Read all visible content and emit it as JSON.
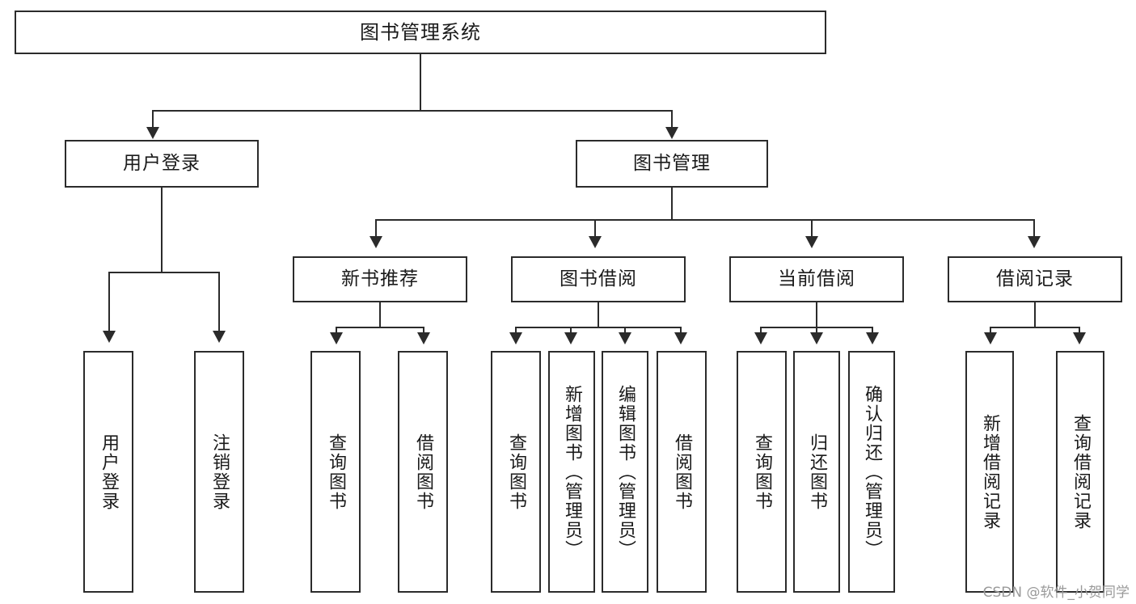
{
  "diagram": {
    "title": "图书管理系统",
    "watermark": "CSDN @软件_小贺同学",
    "root": {
      "label": "图书管理系统"
    },
    "level1": [
      {
        "label": "用户登录"
      },
      {
        "label": "图书管理"
      }
    ],
    "level2": [
      {
        "label": "新书推荐"
      },
      {
        "label": "图书借阅"
      },
      {
        "label": "当前借阅"
      },
      {
        "label": "借阅记录"
      }
    ],
    "leaves": {
      "user_login": [
        {
          "label": "用户登录"
        },
        {
          "label": "注销登录"
        }
      ],
      "new_book_recommend": [
        {
          "label": "查询图书"
        },
        {
          "label": "借阅图书"
        }
      ],
      "book_borrow": [
        {
          "label": "查询图书"
        },
        {
          "label": "新增图书（管理员）"
        },
        {
          "label": "编辑图书（管理员）"
        },
        {
          "label": "借阅图书"
        }
      ],
      "current_borrow": [
        {
          "label": "查询图书"
        },
        {
          "label": "归还图书"
        },
        {
          "label": "确认归还（管理员）"
        }
      ],
      "borrow_record": [
        {
          "label": "新增借阅记录"
        },
        {
          "label": "查询借阅记录"
        }
      ]
    },
    "colors": {
      "stroke": "#2b2b2b",
      "fill": "#ffffff",
      "text": "#1a1a1a",
      "watermark": "#9a9a9a"
    }
  }
}
